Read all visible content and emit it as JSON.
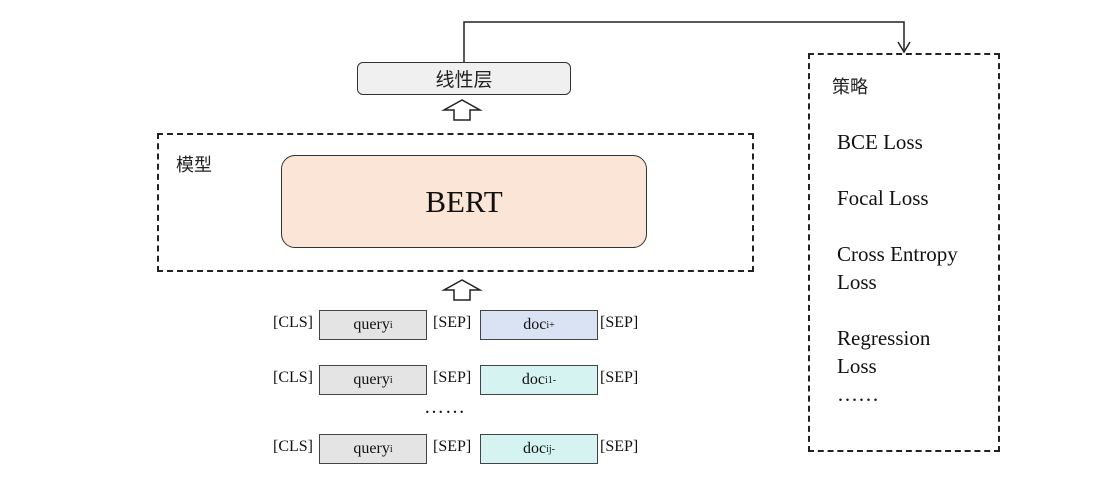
{
  "linear_layer": {
    "label": "线性层"
  },
  "model": {
    "label": "模型",
    "core_label": "BERT"
  },
  "strategy": {
    "title": "策略",
    "items": [
      "BCE Loss",
      "Focal Loss",
      "Cross Entropy",
      "Loss",
      "Regression",
      "Loss",
      "……"
    ]
  },
  "inputs": {
    "rows": [
      {
        "cls": "[CLS]",
        "query_base": "query",
        "query_sub": "i",
        "sep1": "[SEP]",
        "doc_base": "doc",
        "doc_sub": "i",
        "doc_sup": "+",
        "sep2": "[SEP]",
        "doc_kind": "positive"
      },
      {
        "cls": "[CLS]",
        "query_base": "query",
        "query_sub": "i",
        "sep1": "[SEP]",
        "doc_base": "doc",
        "doc_sub": "i1",
        "doc_sup": "-",
        "sep2": "[SEP]",
        "doc_kind": "negative"
      },
      {
        "cls": "[CLS]",
        "query_base": "query",
        "query_sub": "i",
        "sep1": "[SEP]",
        "doc_base": "doc",
        "doc_sub": "ij",
        "doc_sup": "-",
        "sep2": "[SEP]",
        "doc_kind": "negative"
      }
    ],
    "ellipsis": "……"
  },
  "colors": {
    "bert_fill": "#fbe5d6",
    "query_fill": "#e4e4e4",
    "doc_positive_fill": "#dae3f3",
    "doc_negative_fill": "#d5f3f0",
    "linear_fill": "#f0f0f0"
  }
}
